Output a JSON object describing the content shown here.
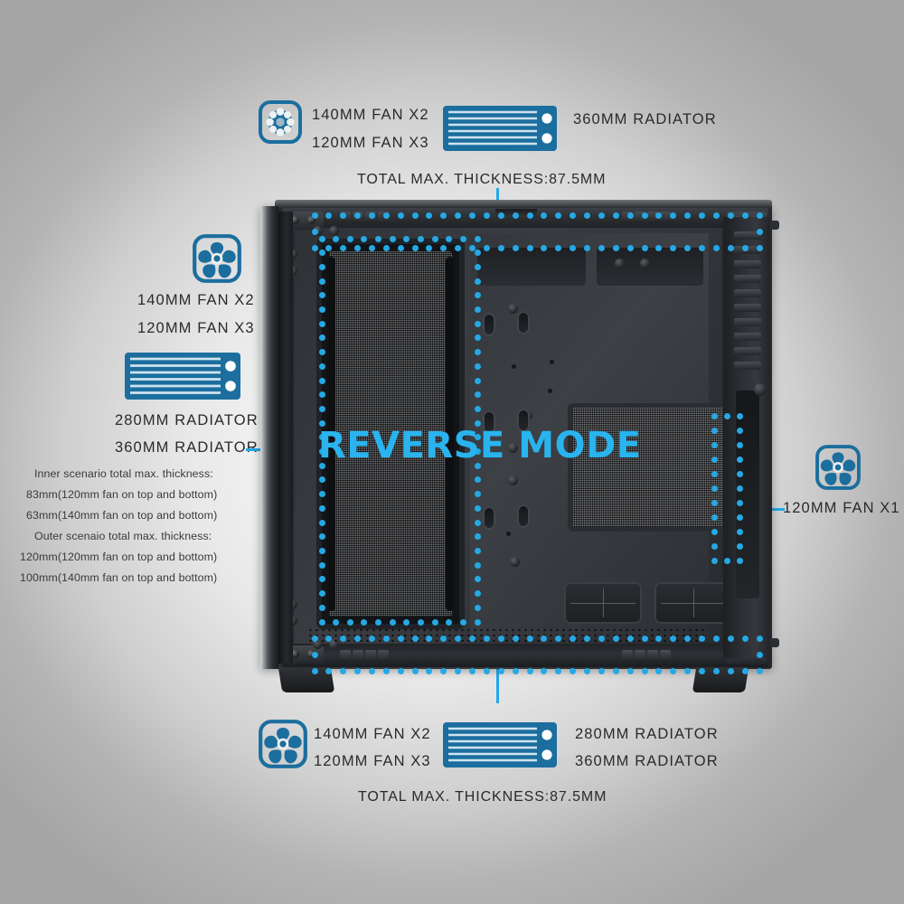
{
  "product": {
    "mode_label": "REVERSE MODE"
  },
  "theme": {
    "accent_blue": "#25a9e4",
    "icon_blue": "#1b6e9e",
    "reverse_text": "#29b4ef",
    "text_dark": "#2a2a2a",
    "background": "#f0f0f0"
  },
  "annotations": {
    "top": {
      "fan_icon": "fan-icon",
      "fan_lines": [
        "140MM FAN X2",
        "120MM FAN X3"
      ],
      "radiator_icon": "radiator-icon",
      "radiator_lines": [
        "360MM RADIATOR"
      ],
      "thickness": "TOTAL MAX. THICKNESS:87.5MM"
    },
    "left": {
      "fan_icon": "fan-icon",
      "fan_lines": [
        "140MM FAN X2",
        "120MM FAN X3"
      ],
      "radiator_icon": "radiator-icon",
      "radiator_lines": [
        "280MM RADIATOR",
        "360MM RADIATOR"
      ],
      "notes": [
        "Inner scenario total max. thickness:",
        "83mm(120mm fan on top and bottom)",
        "63mm(140mm fan on top and bottom)",
        "Outer scenaio total max. thickness:",
        "120mm(120mm fan on top and bottom)",
        "100mm(140mm fan on top and bottom)"
      ]
    },
    "right": {
      "fan_icon": "fan-icon",
      "fan_lines": [
        "120MM FAN X1"
      ]
    },
    "bottom": {
      "fan_icon": "fan-icon",
      "fan_lines": [
        "140MM FAN X2",
        "120MM FAN X3"
      ],
      "radiator_icon": "radiator-icon",
      "radiator_lines": [
        "280MM RADIATOR",
        "360MM RADIATOR"
      ],
      "thickness": "TOTAL MAX. THICKNESS:87.5MM"
    }
  }
}
